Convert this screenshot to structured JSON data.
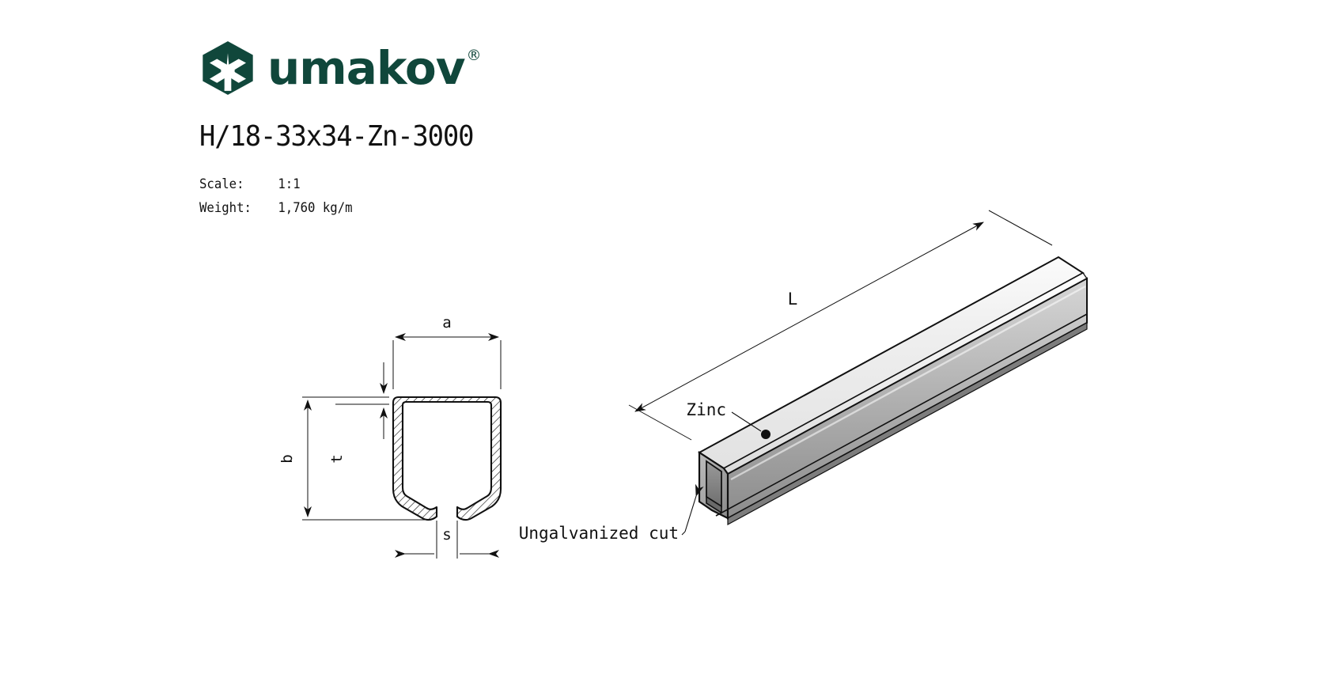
{
  "brand": {
    "logo_icon": "umakov-hexagon-logo-icon",
    "name": "umakov",
    "registered_mark": "®",
    "color": "#10473B"
  },
  "title": "H/18-33x34-Zn-3000",
  "meta": {
    "scale_label": "Scale:",
    "scale_value": "1:1",
    "weight_label": "Weight:",
    "weight_value": "1,760 kg/m"
  },
  "cross_section": {
    "name": "c-profile-cross-section",
    "dimensions": {
      "a": "a",
      "b": "b",
      "t": "t",
      "s": "s"
    }
  },
  "iso_view": {
    "name": "isometric-profile-view",
    "length_dimension": "L",
    "callouts": [
      {
        "id": "zinc",
        "label": "Zinc"
      },
      {
        "id": "ungalvanized-cut",
        "label": "Ungalvanized cut"
      }
    ]
  },
  "colors": {
    "line": "#111111",
    "hatch": "#1a1a1a",
    "metal_light": "#f2f2f2",
    "metal_mid": "#d9d9d9",
    "metal_dark": "#a8a8a8",
    "metal_darker": "#8f8f8f",
    "metal_shadow": "#6e6e6e",
    "background": "#ffffff"
  }
}
